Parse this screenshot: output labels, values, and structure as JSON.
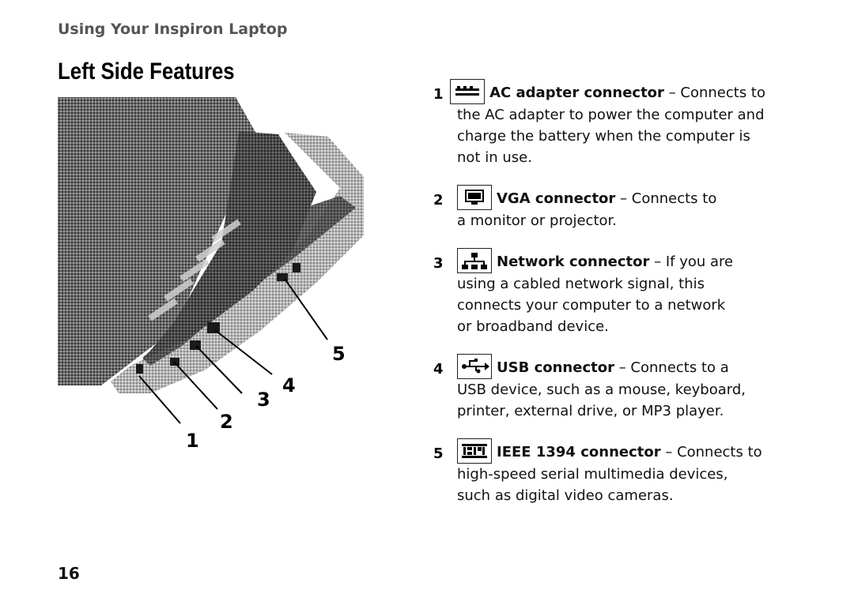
{
  "header": {
    "section_label": "Using Your Inspiron Laptop",
    "title": "Left Side Features"
  },
  "illustration": {
    "callouts": [
      "1",
      "2",
      "3",
      "4",
      "5"
    ]
  },
  "features": [
    {
      "number": "1",
      "icon": "ac-adapter-icon",
      "name": "AC adapter connector",
      "separator": " – ",
      "lead": "Connects to",
      "rest": [
        "the AC adapter to power the computer and",
        "charge the battery when the computer is",
        "not in use."
      ]
    },
    {
      "number": "2",
      "icon": "vga-monitor-icon",
      "name": "VGA connector",
      "separator": " – ",
      "lead": "Connects to",
      "rest": [
        "a monitor or projector."
      ]
    },
    {
      "number": "3",
      "icon": "network-icon",
      "name": "Network connector",
      "separator": " – ",
      "lead": "If you are",
      "rest": [
        "using a cabled network signal, this",
        "connects your computer to a network",
        "or broadband device."
      ]
    },
    {
      "number": "4",
      "icon": "usb-icon",
      "name": "USB connector",
      "separator": " –  ",
      "lead": "Connects to a",
      "rest": [
        "USB device, such as a mouse, keyboard,",
        "printer, external drive, or MP3 player."
      ]
    },
    {
      "number": "5",
      "icon": "ieee-1394-icon",
      "name": "IEEE 1394 connector",
      "separator": " – ",
      "lead": "Connects to",
      "rest": [
        "high-speed serial multimedia devices,",
        "such as digital video cameras."
      ]
    }
  ],
  "footer": {
    "page_number": "16"
  }
}
